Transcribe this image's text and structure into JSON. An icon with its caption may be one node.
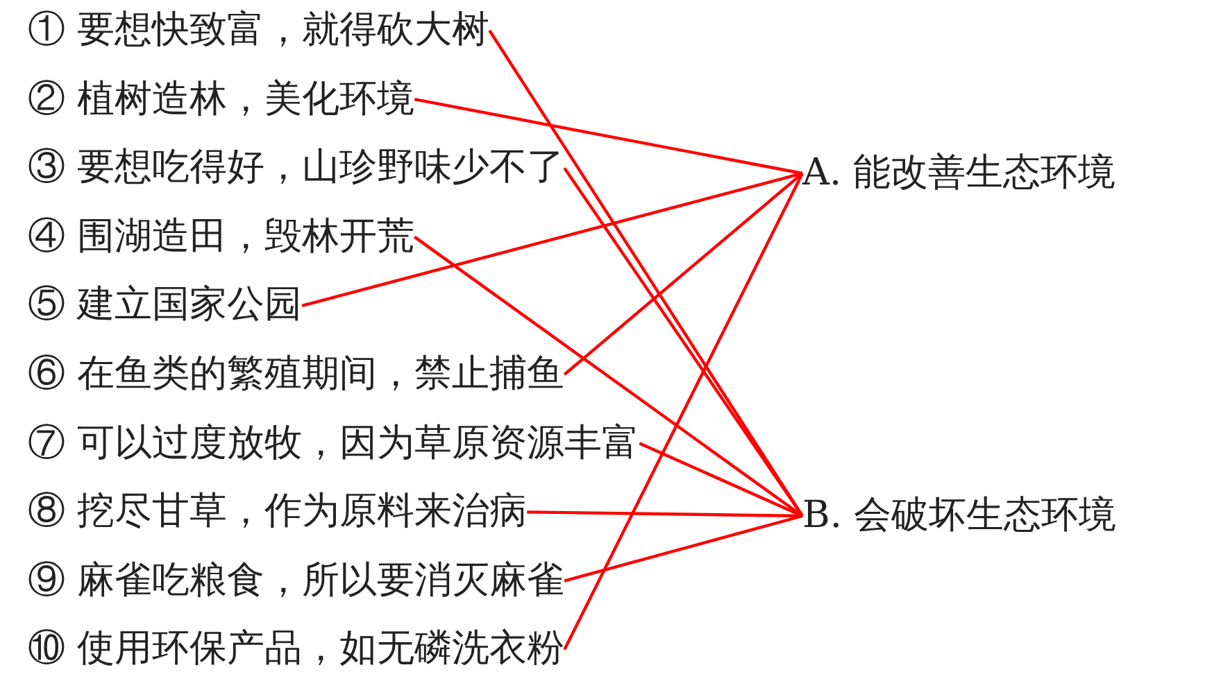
{
  "diagram": {
    "nodes": [
      {
        "text": [
          "① 要想快致富，就得砍大树"
        ]
      },
      {
        "text": [
          "② 植树造林，美化环境"
        ]
      },
      {
        "text": [
          "③ 要想吃得好，山珍野味少不了"
        ]
      },
      {
        "text": [
          "④ 围湖造田，毁林开荒"
        ]
      },
      {
        "text": [
          "⑤ 建立国家公园"
        ]
      },
      {
        "text": [
          "⑥ 在鱼类的繁殖期间，禁止捕鱼"
        ]
      },
      {
        "text": [
          "⑦ 可以过度放牧，因为草原资源丰富"
        ]
      },
      {
        "text": [
          "⑧ 挖尽甘草，作为原料来治病"
        ]
      },
      {
        "text": [
          "⑨ 麻雀吃粮食，所以要消灭麻雀"
        ]
      },
      {
        "text": [
          "⑩ 使用环保产品，如无磷洗衣粉"
        ]
      },
      {
        "text": [
          "A. 能改善生态环境"
        ]
      },
      {
        "text": [
          "B. 会破坏生态环境"
        ]
      }
    ],
    "edges": [
      {
        "from": 0,
        "to": 11,
        "arrow": "none"
      },
      {
        "from": 1,
        "to": 10,
        "arrow": "none"
      },
      {
        "from": 2,
        "to": 11,
        "arrow": "none"
      },
      {
        "from": 3,
        "to": 11,
        "arrow": "none"
      },
      {
        "from": 4,
        "to": 10,
        "arrow": "none"
      },
      {
        "from": 5,
        "to": 10,
        "arrow": "none"
      },
      {
        "from": 6,
        "to": 11,
        "arrow": "none"
      },
      {
        "from": 7,
        "to": 11,
        "arrow": "none"
      },
      {
        "from": 8,
        "to": 11,
        "arrow": "none"
      },
      {
        "from": 9,
        "to": 10,
        "arrow": "none"
      }
    ]
  }
}
